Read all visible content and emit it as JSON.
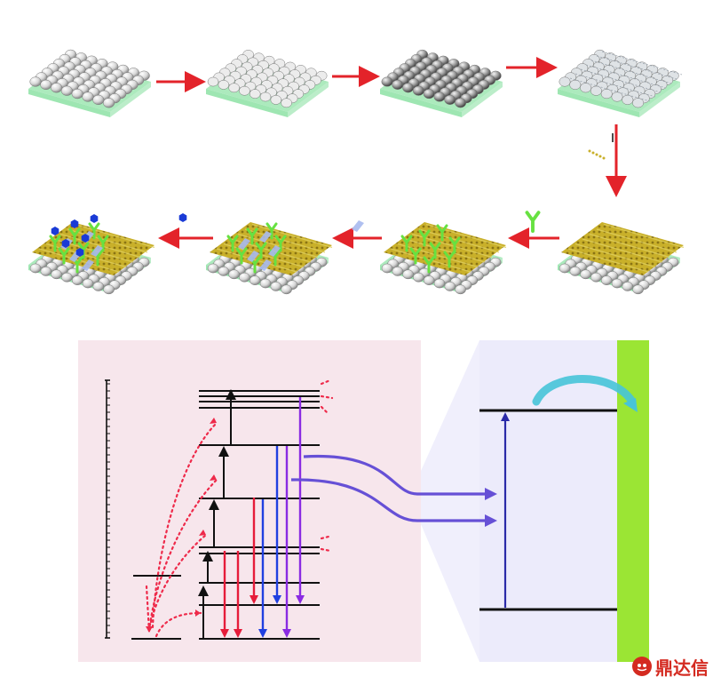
{
  "colors": {
    "arrow": "#e3232a",
    "substrate": "#9ee6b2",
    "gold_layer": "#c9b02a",
    "antibody": "#67e141",
    "antigen": "#1a3bd6",
    "blocker": "#a7b9ee",
    "left_panel_bg": "#f7e6ec",
    "right_panel_bg": "#ecebfb",
    "electrode": "#9be534",
    "transfer_arrow": "#47c4d8",
    "emission_arrow": "#6650d6",
    "level_line": "#111111",
    "red_emission": "#e61c3a",
    "blue_emission": "#2040e0",
    "violet_emission": "#8a2be2",
    "dotted_transfer": "#ee2a4a"
  },
  "icons": {
    "antibody": "antibody-y-icon",
    "antigen": "antigen-hexagon-icon",
    "blocker": "blocking-agent-icon"
  },
  "panels": {
    "top": "fabrication-steps",
    "bottom_left": "energy-level-diagram",
    "bottom_right": "electrode-band-diagram"
  },
  "watermark": {
    "text": "鼎达信",
    "color": "#d42a20"
  }
}
